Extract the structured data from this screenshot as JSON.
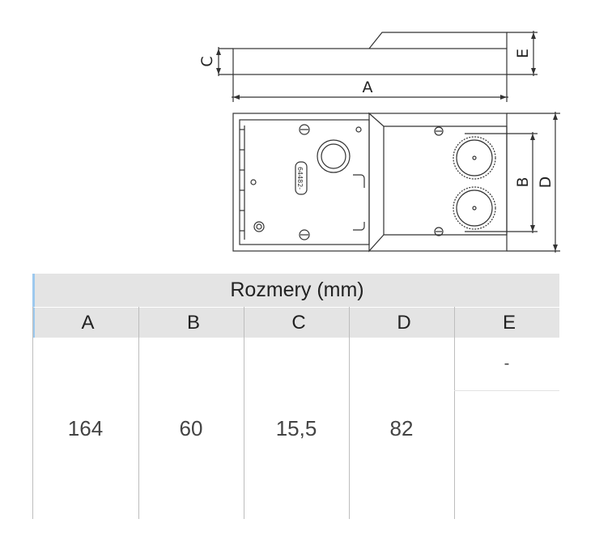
{
  "drawing": {
    "labels": {
      "a": "A",
      "b": "B",
      "c": "C",
      "d": "D",
      "e": "E"
    },
    "part_code": "64482-"
  },
  "table": {
    "title": "Rozmery (mm)",
    "headers": [
      "A",
      "B",
      "C",
      "D",
      "E"
    ],
    "values": [
      "164",
      "60",
      "15,5",
      "82",
      "-"
    ]
  }
}
